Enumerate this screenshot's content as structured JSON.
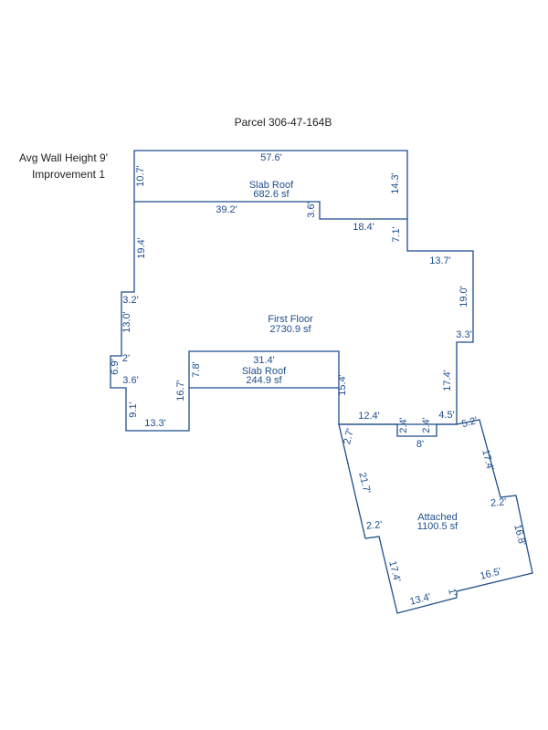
{
  "parcel_label": "Parcel 306-47-164B",
  "info": {
    "avg_wall_height": "Avg Wall Height 9'",
    "improvement": "Improvement 1"
  },
  "areas": {
    "slab_roof_1": {
      "name": "Slab Roof",
      "area": "682.6 sf"
    },
    "first_floor": {
      "name": "First Floor",
      "area": "2730.9 sf"
    },
    "slab_roof_2": {
      "name": "Slab Roof",
      "area": "244.9 sf"
    },
    "attached": {
      "name": "Attached",
      "area": "1100.5 sf"
    }
  },
  "dimensions": {
    "d57_6": "57.6'",
    "d10_7": "10.7'",
    "d14_3": "14.3'",
    "d39_2": "39.2'",
    "d3_6a": "3.6'",
    "d18_4": "18.4'",
    "d7_1": "7.1'",
    "d13_7": "13.7'",
    "d19_4": "19.4'",
    "d19_0": "19.0'",
    "d3_2": "3.2'",
    "d13_0": "13.0'",
    "d3_3": "3.3'",
    "d2a": "2'",
    "d6_9": "6.9'",
    "d3_6b": "3.6'",
    "d31_4": "31.4'",
    "d7_8": "7.8'",
    "d16_7": "16.7'",
    "d15_4": "15.4'",
    "d17_4a": "17.4'",
    "d9_1": "9.1'",
    "d13_3": "13.3'",
    "d12_4": "12.4'",
    "d2_4a": "2.4'",
    "d2_4b": "2.4'",
    "d4_5": "4.5'",
    "d8": "8'",
    "d5_2": "5.2'",
    "d2_7": "2.7'",
    "d17_4b": "17.4'",
    "d21_7": "21.7'",
    "d2_2a": "2.2'",
    "d2_2b": "2.2'",
    "d16_8": "16.8'",
    "d17_4c": "17.4'",
    "d16_5": "16.5'",
    "d13_4": "13.4'",
    "d1": "1'"
  }
}
